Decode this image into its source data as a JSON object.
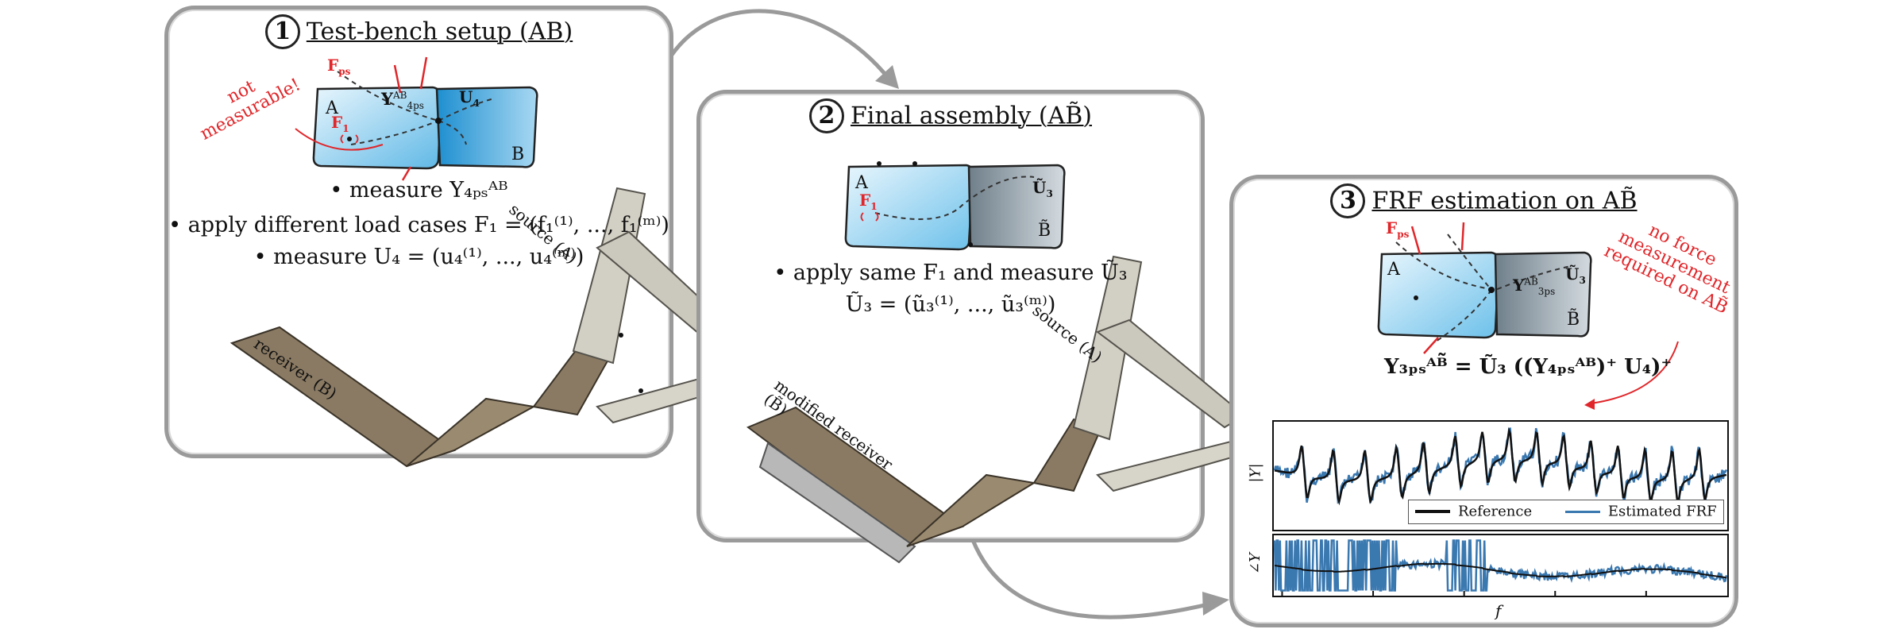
{
  "panels": [
    {
      "number": "1",
      "title": "Test-bench setup (AB)",
      "plate_labels": {
        "a": "A",
        "b": "B",
        "f_ps": "F",
        "f_ps_sub": "ps",
        "f_1": "F",
        "f_1_sub": "1",
        "y": "Y",
        "y_sub": "4ps",
        "y_sup": "AB",
        "u4": "U",
        "u4_sub": "4"
      },
      "side_note": [
        "not",
        "measurable!"
      ],
      "bullets": [
        "• measure  Y₄ₚₛᴬᴮ",
        "• apply different load cases  F₁ = (f₁⁽¹⁾, ..., f₁⁽ᵐ⁾)",
        "• measure  U₄ = (u₄⁽¹⁾, ..., u₄⁽ᵐ⁾)"
      ],
      "structure_labels": {
        "receiver": "receiver (B)",
        "source": "source (A)"
      }
    },
    {
      "number": "2",
      "title": "Final assembly (AB̃)",
      "plate_labels": {
        "a": "A",
        "b": "B̃",
        "f_1": "F",
        "f_1_sub": "1",
        "u3": "Ũ",
        "u3_sub": "3"
      },
      "bullets": [
        "• apply same  F₁  and measure  Ũ₃",
        "Ũ₃ = (ũ₃⁽¹⁾, ..., ũ₃⁽ᵐ⁾)"
      ],
      "structure_labels": {
        "receiver": "modified receiver (B̃)",
        "source": "source (A)"
      }
    },
    {
      "number": "3",
      "title": "FRF estimation on AB̃",
      "plate_labels": {
        "a": "A",
        "b": "B̃",
        "f_ps": "F",
        "f_ps_sub": "ps",
        "y": "Y",
        "y_sub": "3ps",
        "y_sup": "AB̃",
        "u3": "Ũ",
        "u3_sub": "3"
      },
      "side_note": [
        "no force",
        "measurement",
        "required on AB̃"
      ],
      "equation": "Y₃ₚₛᴬᴮ̃ = Ũ₃ ((Y₄ₚₛᴬᴮ)⁺ U₄)⁺"
    }
  ],
  "frf_plot": {
    "ylabel_top": "|Y|",
    "ylabel_bottom": "∠Y",
    "xlabel": "f",
    "legend": [
      "Reference",
      "Estimated FRF"
    ],
    "colors": {
      "reference": "#111111",
      "estimated": "#3a78b0"
    }
  }
}
